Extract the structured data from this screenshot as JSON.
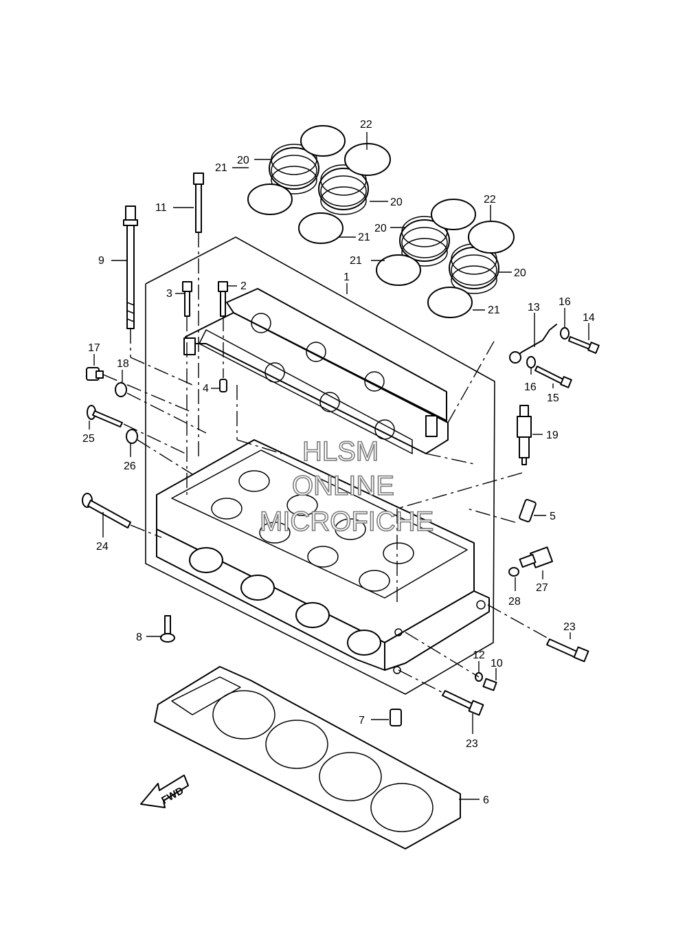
{
  "callouts": {
    "c1": "1",
    "c2": "2",
    "c3": "3",
    "c4": "4",
    "c5": "5",
    "c6": "6",
    "c7": "7",
    "c8": "8",
    "c9": "9",
    "c10": "10",
    "c11": "11",
    "c12": "12",
    "c13": "13",
    "c14": "14",
    "c15": "15",
    "c16a": "16",
    "c16b": "16",
    "c17": "17",
    "c18": "18",
    "c19": "19",
    "c20a": "20",
    "c20b": "20",
    "c20c": "20",
    "c20d": "20",
    "c21a": "21",
    "c21b": "21",
    "c21c": "21",
    "c21d": "21",
    "c22a": "22",
    "c22b": "22",
    "c23a": "23",
    "c23b": "23",
    "c24": "24",
    "c25": "25",
    "c26": "26",
    "c27": "27",
    "c28": "28"
  },
  "watermark": {
    "line1": "HLSM",
    "line2": "ONLINE",
    "line3": "MICROFICHE"
  },
  "fwd_label": "FWD",
  "colors": {
    "ink": "#000000",
    "paper": "#ffffff",
    "watermark": "#7a7a7a"
  }
}
